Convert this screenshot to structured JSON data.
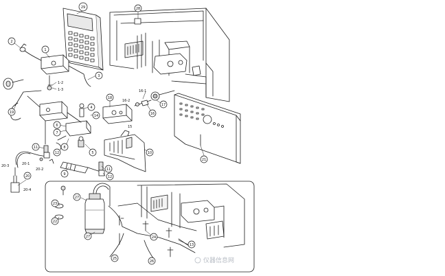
{
  "callouts": [
    {
      "id": "c1",
      "label": "1"
    },
    {
      "id": "c1-2",
      "label": "1-2"
    },
    {
      "id": "c1-3",
      "label": "1-3"
    },
    {
      "id": "c2",
      "label": "2"
    },
    {
      "id": "c3",
      "label": "3"
    },
    {
      "id": "c4",
      "label": "4"
    },
    {
      "id": "c5",
      "label": "5"
    },
    {
      "id": "c6",
      "label": "6"
    },
    {
      "id": "c7",
      "label": "7"
    },
    {
      "id": "c8",
      "label": "8"
    },
    {
      "id": "c9",
      "label": "9"
    },
    {
      "id": "c10",
      "label": "10"
    },
    {
      "id": "c11a",
      "label": "11"
    },
    {
      "id": "c11b",
      "label": "11"
    },
    {
      "id": "c12a",
      "label": "12"
    },
    {
      "id": "c12b",
      "label": "12"
    },
    {
      "id": "c13",
      "label": "13"
    },
    {
      "id": "c14",
      "label": "14"
    },
    {
      "id": "c15",
      "label": "15"
    },
    {
      "id": "c16",
      "label": "16"
    },
    {
      "id": "c16-1",
      "label": "16-1"
    },
    {
      "id": "c16-2",
      "label": "16-2"
    },
    {
      "id": "c17",
      "label": "17"
    },
    {
      "id": "c18",
      "label": "18"
    },
    {
      "id": "c19",
      "label": "19"
    },
    {
      "id": "c20",
      "label": "20"
    },
    {
      "id": "c20-1",
      "label": "20-1"
    },
    {
      "id": "c20-2",
      "label": "20-2"
    },
    {
      "id": "c20-3",
      "label": "20-3"
    },
    {
      "id": "c20-4",
      "label": "20-4"
    },
    {
      "id": "c21",
      "label": "21"
    },
    {
      "id": "c22",
      "label": "22"
    },
    {
      "id": "c23",
      "label": "23"
    },
    {
      "id": "c24",
      "label": "24"
    },
    {
      "id": "c25",
      "label": "25"
    },
    {
      "id": "c26",
      "label": "26"
    },
    {
      "id": "c27a",
      "label": "27"
    },
    {
      "id": "c27b",
      "label": "27"
    },
    {
      "id": "c28",
      "label": "28"
    },
    {
      "id": "c29",
      "label": "29"
    }
  ],
  "watermark": "仪器信息网",
  "colors": {
    "line": "#1a1a1a",
    "fill": "#ffffff",
    "shade": "#e6e6e6",
    "watermark": "#b7bcc4"
  }
}
